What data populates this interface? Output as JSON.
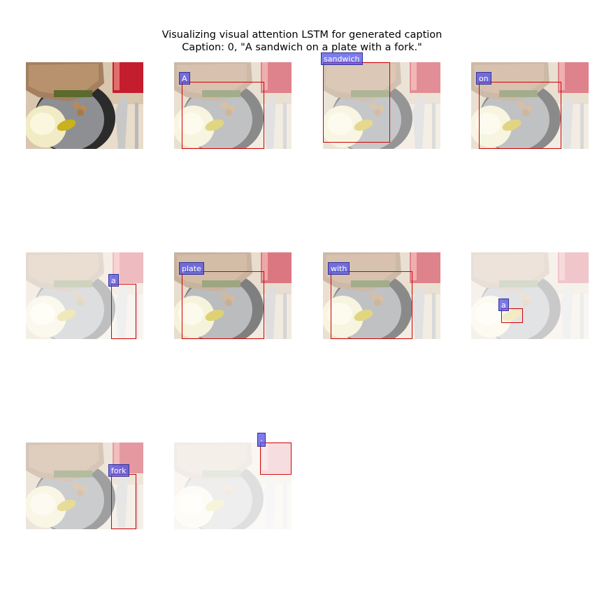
{
  "figure": {
    "title_line1": "Visualizing visual attention LSTM for generated caption",
    "title_line2": "Caption: 0, \"A sandwich on a plate with a fork.\""
  },
  "panels": [
    {
      "word": "",
      "has_label": false,
      "fade": 0.0
    },
    {
      "word": "A",
      "has_label": true,
      "fade": 0.45
    },
    {
      "word": "sandwich",
      "has_label": true,
      "fade": 0.5
    },
    {
      "word": "on",
      "has_label": true,
      "fade": 0.45
    },
    {
      "word": "a",
      "has_label": true,
      "fade": 0.7
    },
    {
      "word": "plate",
      "has_label": true,
      "fade": 0.4
    },
    {
      "word": "with",
      "has_label": true,
      "fade": 0.45
    },
    {
      "word": "a",
      "has_label": true,
      "fade": 0.75
    },
    {
      "word": "fork",
      "has_label": true,
      "fade": 0.55
    },
    {
      "word": ".",
      "has_label": true,
      "fade": 0.85
    }
  ],
  "colors": {
    "bbox": "#d00000",
    "label_fill": "#5050e6",
    "label_border": "#333399",
    "label_text": "#ffffff"
  }
}
